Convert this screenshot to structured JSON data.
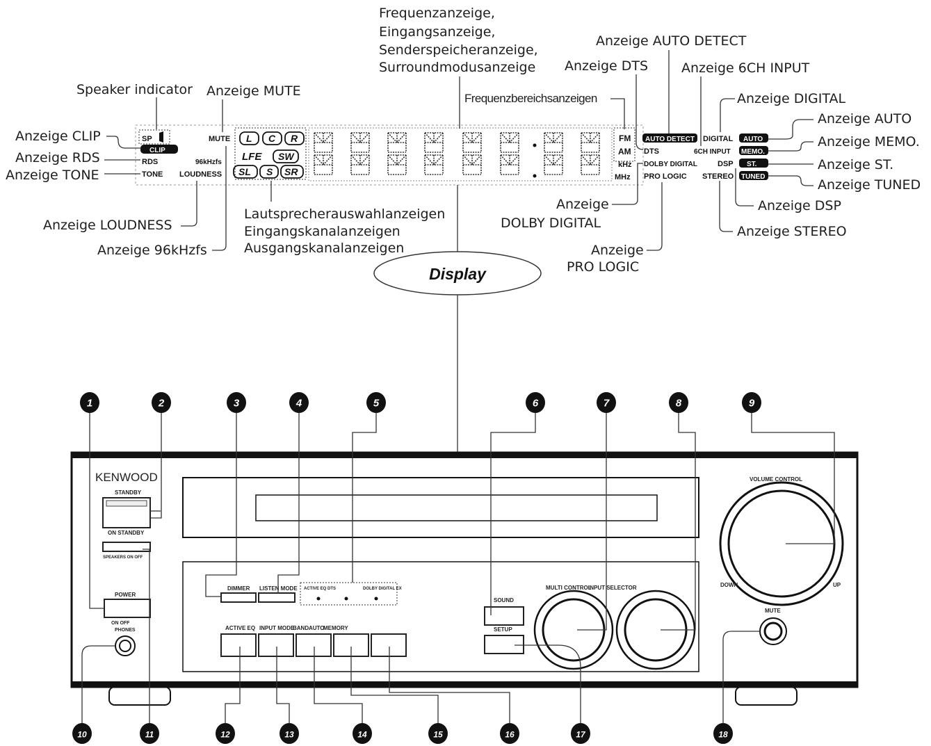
{
  "display_labels": {
    "speaker_indicator": "Speaker indicator",
    "mute": "Anzeige MUTE",
    "clip": "Anzeige CLIP",
    "rds": "Anzeige RDS",
    "tone": "Anzeige TONE",
    "loudness": "Anzeige LOUDNESS",
    "khz96": "Anzeige 96kHzfs",
    "freq_block": [
      "Frequenzanzeige,",
      "Eingangsanzeige,",
      "Senderspeicheranzeige,",
      "Surroundmodusanzeige"
    ],
    "speaker_block": [
      "Lautsprecherauswahlanzeigen",
      "Eingangskanalanzeigen",
      "Ausgangskanalanzeigen"
    ],
    "freq_range": "Frequenzbereichsanzeigen",
    "auto_detect": "Anzeige AUTO DETECT",
    "dts": "Anzeige DTS",
    "input_6ch": "Anzeige 6CH INPUT",
    "digital": "Anzeige DIGITAL",
    "auto": "Anzeige AUTO",
    "memo": "Anzeige MEMO.",
    "st": "Anzeige ST.",
    "tuned": "Anzeige TUNED",
    "dsp": "Anzeige DSP",
    "stereo": "Anzeige STEREO",
    "dolby_digital": [
      "Anzeige",
      "DOLBY DIGITAL"
    ],
    "pro_logic": [
      "Anzeige",
      "PRO LOGIC"
    ]
  },
  "display_indicators": {
    "sp": "SP",
    "mute": "MUTE",
    "clip": "CLIP",
    "rds": "RDS",
    "tone": "TONE",
    "khz96": "96kHzfs",
    "loudness": "LOUDNESS",
    "ch_l": "L",
    "ch_c": "C",
    "ch_r": "R",
    "lfe": "LFE",
    "sw": "SW",
    "sl": "SL",
    "s": "S",
    "sr": "SR",
    "fm": "FM",
    "am": "AM",
    "khz": "kHz",
    "mhz": "MHz",
    "auto_detect": "AUTO DETECT",
    "dts": "DTS",
    "digital": "DIGITAL",
    "input_6ch": "6CH INPUT",
    "dolby_digital": "DOLBY DIGITAL",
    "pro_logic": "PRO LOGIC",
    "dsp": "DSP",
    "stereo": "STEREO",
    "auto": "AUTO",
    "memo": "MEMO.",
    "st": "ST.",
    "tuned": "TUNED"
  },
  "display_callout": "Display",
  "front_panel": {
    "brand": "KENWOOD",
    "standby_top": "STANDBY",
    "standby_bottom": "ON  STANDBY",
    "speakers": "SPEAKERS ON OFF",
    "power": "POWER",
    "power_onoff": "ON OFF",
    "phones": "PHONES",
    "dimmer": "DIMMER",
    "listen_mode": "LISTEN MODE",
    "active_eq_dts": "ACTIVE EQ DTS",
    "dolby_digital_ex": "DOLBY DIGITAL EX",
    "active_eq": "ACTIVE EQ",
    "input_mode": "INPUT MODE",
    "band": "BAND",
    "auto": "AUTO",
    "memory": "MEMORY",
    "sound": "SOUND",
    "setup": "SETUP",
    "multi_control": "MULTI CONTROL",
    "input_selector": "INPUT SELECTOR",
    "volume_control": "VOLUME CONTROL",
    "down": "DOWN",
    "up": "UP",
    "mute": "MUTE"
  },
  "callout_numbers": [
    "1",
    "2",
    "3",
    "4",
    "5",
    "6",
    "7",
    "8",
    "9",
    "10",
    "11",
    "12",
    "13",
    "14",
    "15",
    "16",
    "17",
    "18"
  ]
}
